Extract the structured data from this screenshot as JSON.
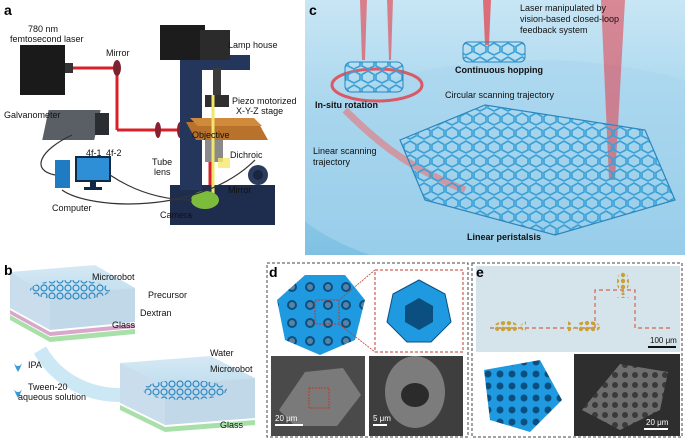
{
  "panels": {
    "a": {
      "letter": "a",
      "labels": {
        "laser": "780 nm",
        "laser2": "femtosecond laser",
        "mirror_top": "Mirror",
        "galvanometer": "Galvanometer",
        "lamp_house": "Lamp house",
        "stage": "Piezo motorized",
        "stage2": "X-Y-Z stage",
        "objective": "Objective",
        "dichroic": "Dichroic",
        "tube": "Tube",
        "lens": "lens",
        "f1": "4f-1",
        "f2": "4f-2",
        "mirror_bottom": "Mirror",
        "computer": "Computer",
        "camera": "Camera"
      }
    },
    "b": {
      "letter": "b",
      "labels": {
        "microrobot": "Microrobot",
        "precursor": "Precursor",
        "dextran": "Dextran",
        "glass": "Glass",
        "ipa": "IPA",
        "tween": "Tween-20",
        "tween2": "aqueous solution",
        "water": "Water",
        "microrobot2": "Microrobot",
        "glass2": "Glass"
      }
    },
    "c": {
      "letter": "c",
      "labels": {
        "laser_manip": "Laser manipulated by",
        "laser_manip2": "vision-based closed-loop",
        "laser_manip3": "feedback system",
        "continuous_hopping": "Continuous hopping",
        "in_situ_rotation": "In-situ rotation",
        "circular": "Circular scanning trajectory",
        "linear_traj": "Linear scanning",
        "linear_traj2": "trajectory",
        "linear_peristalsis": "Linear peristalsis"
      }
    },
    "d": {
      "letter": "d",
      "scale1": "20 μm",
      "scale2": "5 μm"
    },
    "e": {
      "letter": "e",
      "scale1": "100 μm",
      "scale2": "20 μm"
    }
  },
  "colors": {
    "laser_red": "#d8202a",
    "robot_blue": "#2aa3e0",
    "gold": "#c9a233",
    "dashed_red": "#c0392b"
  }
}
